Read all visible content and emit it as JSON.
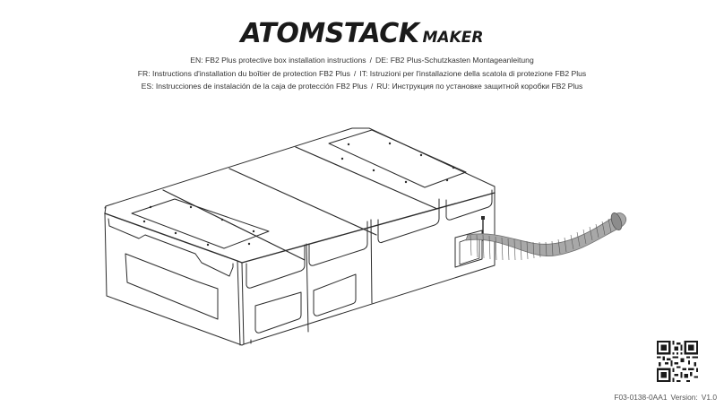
{
  "header": {
    "brand": "ATOMSTACK",
    "brand_suffix": "MAKER"
  },
  "titles": {
    "line1": [
      {
        "lang": "EN",
        "text": "EN: FB2 Plus protective box installation instructions"
      },
      {
        "lang": "DE",
        "text": "DE: FB2 Plus-Schutzkasten Montageanleitung"
      }
    ],
    "line2": [
      {
        "lang": "FR",
        "text": "FR: Instructions d'installation du boîtier de protection FB2 Plus"
      },
      {
        "lang": "IT",
        "text": "IT: Istruzioni per l'installazione della scatola di protezione FB2 Plus"
      }
    ],
    "line3": [
      {
        "lang": "ES",
        "text": "ES: Instrucciones de instalación de la caja de protección FB2 Plus"
      },
      {
        "lang": "RU",
        "text": "RU: Инструкция по установке защитной коробки FB2 Plus"
      }
    ],
    "separator": "/"
  },
  "illustration": {
    "subject": "FB2 Plus protective enclosure with exhaust hose",
    "line_color": "#2b2b2b",
    "hose_color": "#9a9a9a"
  },
  "footer": {
    "qr_icon": "qr-code-icon",
    "document_code": "F03-0138-0AA1",
    "version_label": "Version:",
    "version_value": "V1.0"
  }
}
